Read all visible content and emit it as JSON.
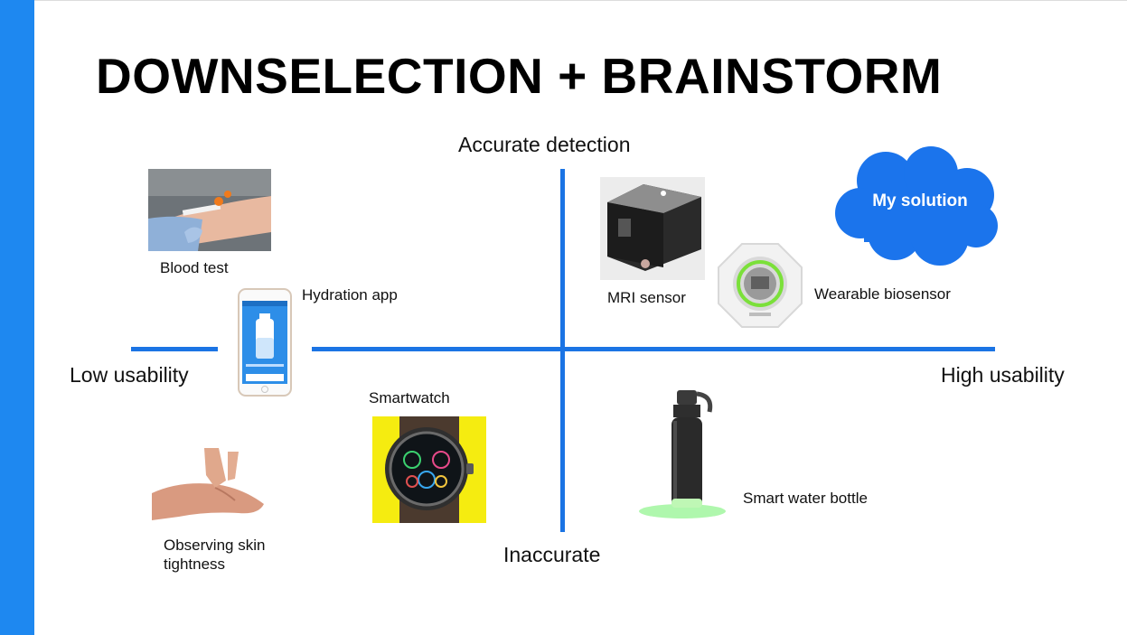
{
  "slide": {
    "title": "DOWNSELECTION + BRAINSTORM",
    "accent_color": "#1e88f0",
    "axis_color": "#1b74e4"
  },
  "axes": {
    "top": "Accurate detection",
    "bottom": "Inaccurate",
    "left": "Low usability",
    "right": "High usability"
  },
  "items": {
    "blood_test": "Blood test",
    "hydration_app": "Hydration app",
    "smartwatch": "Smartwatch",
    "skin_tightness": "Observing skin tightness",
    "mri_sensor": "MRI sensor",
    "wearable_biosensor": "Wearable biosensor",
    "smart_water_bottle": "Smart water bottle",
    "my_solution": "My solution"
  }
}
